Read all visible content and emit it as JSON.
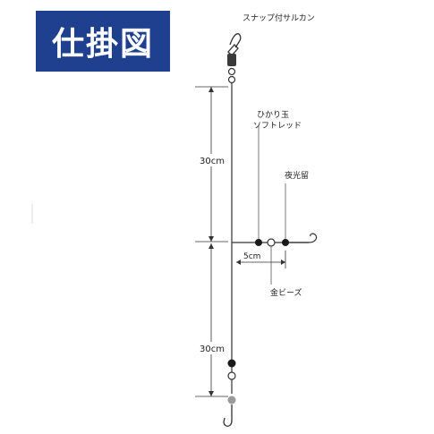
{
  "title": "仕掛図",
  "labels": {
    "snap_swivel": "スナップ付サルカン",
    "hikari_ball_line1": "ひかり玉",
    "hikari_ball_line2": "ソフトレッド",
    "glow_stopper": "夜光留",
    "dim_upper": "30cm",
    "dim_lower": "30cm",
    "dim_branch": "5cm",
    "gold_beads": "金ビーズ"
  }
}
